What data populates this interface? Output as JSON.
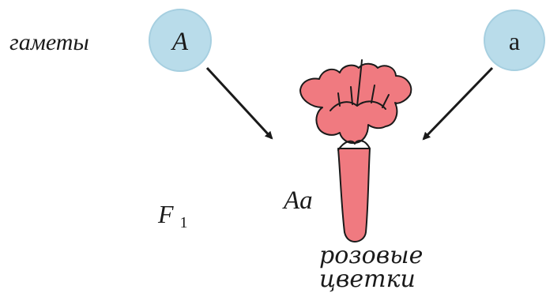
{
  "gametes_label": "гаметы",
  "gamete_dominant": "A",
  "gamete_recessive": "a",
  "generation_main": "F",
  "generation_sub": "1",
  "genotype": "Aa",
  "phenotype_line1": "розовые",
  "phenotype_line2": "цветки",
  "colors": {
    "gamete_fill": "#b9dcea",
    "gamete_stroke": "#a6cfe0",
    "flower_fill": "#f07a80",
    "flower_stroke": "#1a1a1a",
    "arrow": "#1a1a1a",
    "text": "#1a1a1a"
  },
  "icons": {
    "flower": "pink-flower-icon"
  }
}
